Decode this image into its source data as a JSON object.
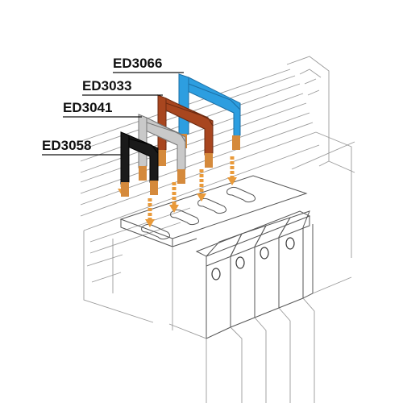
{
  "labels": {
    "top": "ED3066",
    "second": "ED3033",
    "third": "ED3041",
    "bottom": "ED3058"
  },
  "colors": {
    "top": "#2d9ee0",
    "second": "#a8461f",
    "third": "#c9c9c9",
    "bottom": "#1a1a1a",
    "tips": "#d58a3c",
    "arrows": "#e99a3a"
  }
}
